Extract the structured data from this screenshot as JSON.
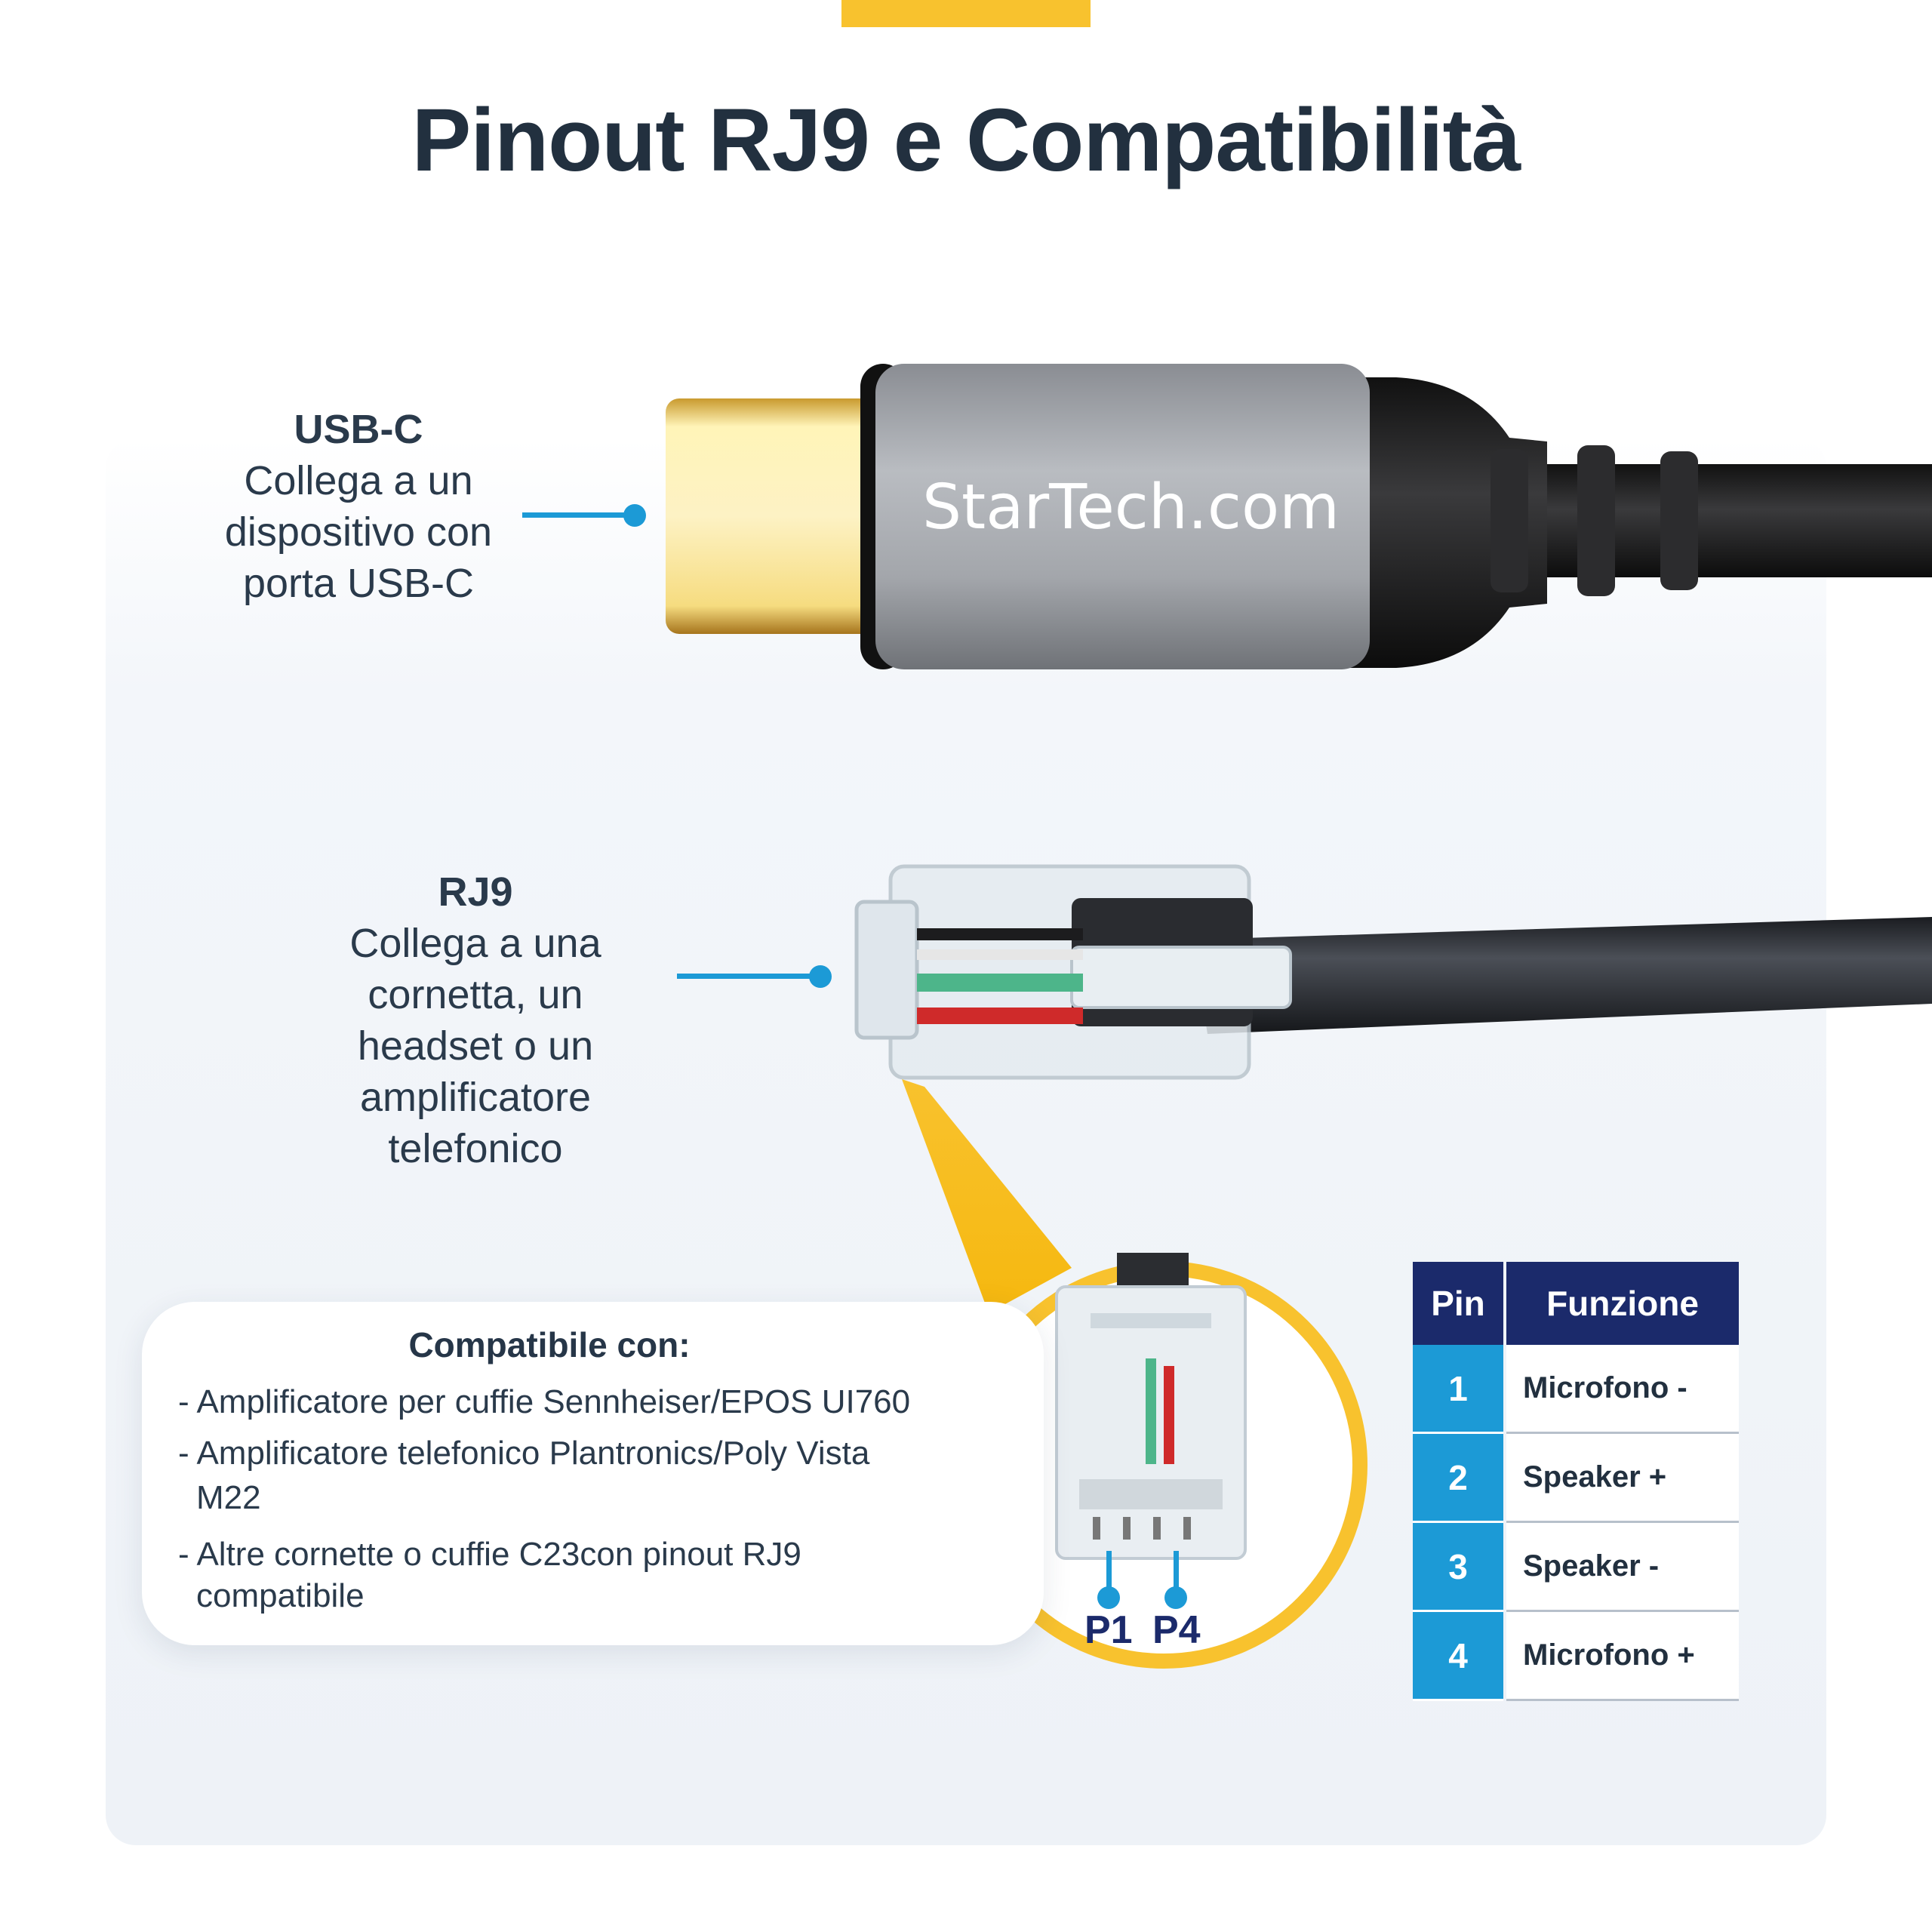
{
  "title": "Pinout RJ9 e Compatibilità",
  "usbc": {
    "heading": "USB-C",
    "lines": [
      "Collega a un",
      "dispositivo con",
      "porta USB-C"
    ]
  },
  "rj9": {
    "heading": "RJ9",
    "lines": [
      "Collega a una",
      "cornetta, un",
      "headset o un",
      "amplificatore",
      "telefonico"
    ]
  },
  "brand": "StarTech.com",
  "compat": {
    "title": "Compatibile con:",
    "items": [
      "- Amplificatore per cuffie Sennheiser/EPOS UI760",
      "- Amplificatore telefonico Plantronics/Poly Vista",
      "M22",
      "- Altre cornette o cuffie C23con pinout RJ9",
      "compatibile"
    ]
  },
  "pins": {
    "p1": "P1",
    "p4": "P4"
  },
  "pin_table": {
    "header": {
      "pin": "Pin",
      "function": "Funzione"
    },
    "rows": [
      {
        "pin": "1",
        "function": "Microfono -"
      },
      {
        "pin": "2",
        "function": "Speaker +"
      },
      {
        "pin": "3",
        "function": "Speaker -"
      },
      {
        "pin": "4",
        "function": "Microfono +"
      }
    ]
  },
  "colors": {
    "accent_yellow": "#f8c22e",
    "accent_blue": "#1c9ad6",
    "navy": "#1b2a6b",
    "text_dark": "#22303f"
  }
}
